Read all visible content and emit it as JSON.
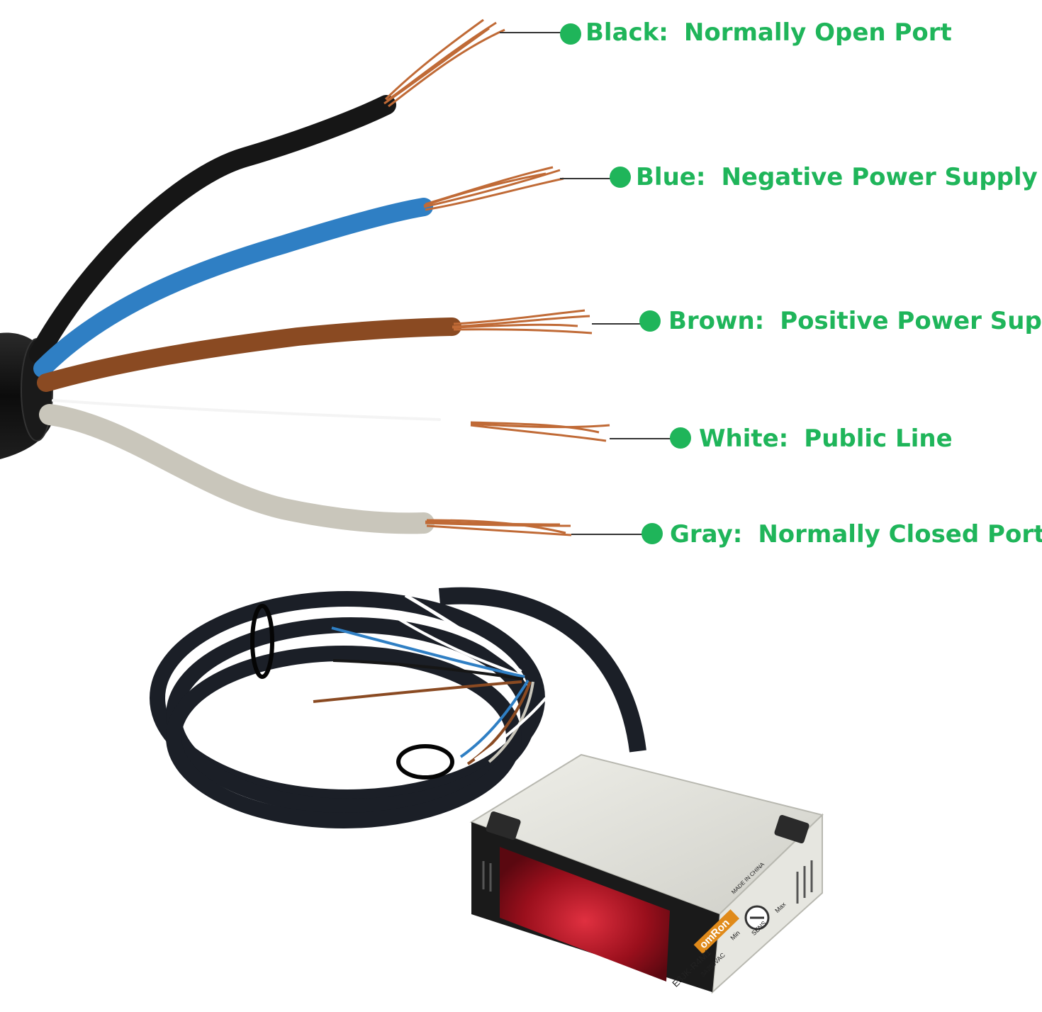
{
  "colors": {
    "label_green": "#1fb55a",
    "black_wire": "#1a1a1a",
    "blue_wire": "#2f7fc4",
    "brown_wire": "#8a4a22",
    "white_wire": "#ffffff",
    "gray_wire": "#c9c6bb",
    "copper": "#c06a36",
    "sensor_body": "#dcdcd6",
    "lens_red": "#a0101a",
    "cable_jacket": "#1b1f27"
  },
  "wires": [
    {
      "color_name": "Black:",
      "function": "Normally Open Port"
    },
    {
      "color_name": "Blue:",
      "function": "Negative Power Supply"
    },
    {
      "color_name": "Brown:",
      "function": "Positive Power Supply"
    },
    {
      "color_name": "White:",
      "function": "Public Line"
    },
    {
      "color_name": "Gray:",
      "function": "Normally Closed Port"
    }
  ],
  "sensor": {
    "brand": "omRon",
    "model": "E3JK-R4M1",
    "origin": "MADE IN CHINA",
    "rating": "3A250VAC",
    "knob_label": "SENS",
    "knob_min": "Min",
    "knob_max": "Max"
  }
}
